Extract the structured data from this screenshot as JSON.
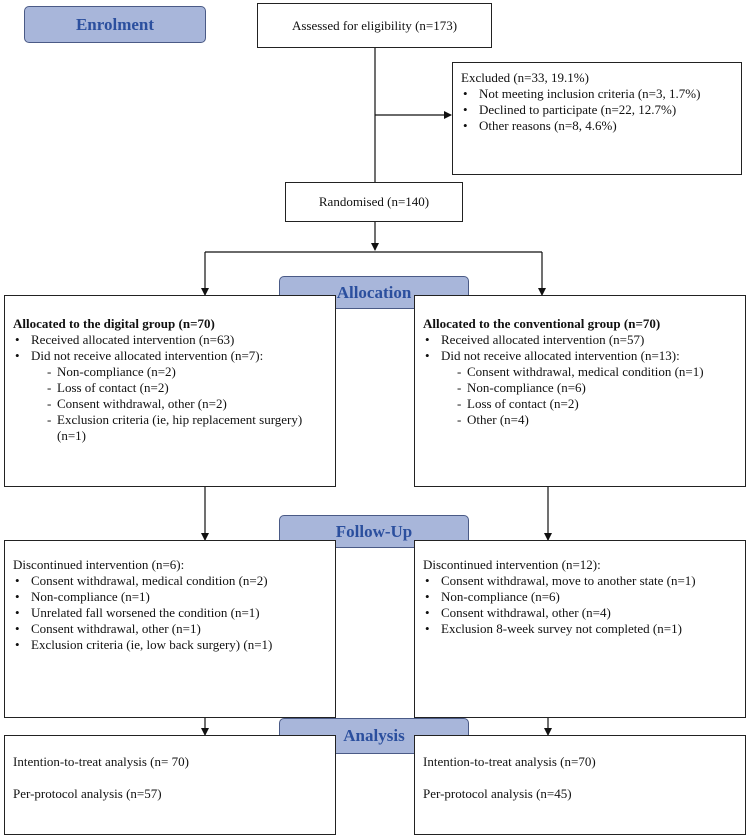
{
  "stages": {
    "enrolment": "Enrolment",
    "allocation": "Allocation",
    "follow_up": "Follow-Up",
    "analysis": "Analysis"
  },
  "assessed": "Assessed for eligibility (n=173)",
  "excluded": {
    "title": "Excluded  (n=33, 19.1%)",
    "items": [
      "Not meeting inclusion criteria (n=3, 1.7%)",
      "Declined to participate (n=22, 12.7%)",
      "Other reasons (n=8, 4.6%)"
    ]
  },
  "randomised": "Randomised (n=140)",
  "allocation": {
    "digital": {
      "title": "Allocated to the digital group (n=70)",
      "received": "Received allocated intervention (n=63)",
      "not_received": "Did not receive allocated intervention (n=7):",
      "reasons": [
        "Non-compliance (n=2)",
        "Loss of contact (n=2)",
        "Consent withdrawal, other (n=2)",
        "Exclusion criteria (ie, hip replacement surgery) (n=1)"
      ]
    },
    "conventional": {
      "title": "Allocated to the conventional group (n=70)",
      "received": "Received allocated intervention (n=57)",
      "not_received": "Did not receive allocated intervention (n=13):",
      "reasons": [
        "Consent withdrawal, medical condition (n=1)",
        "Non-compliance (n=6)",
        "Loss of contact (n=2)",
        "Other (n=4)"
      ]
    }
  },
  "follow_up": {
    "digital": {
      "title": "Discontinued intervention (n=6):",
      "items": [
        "Consent withdrawal, medical condition (n=2)",
        "Non-compliance (n=1)",
        "Unrelated fall worsened the condition (n=1)",
        "Consent withdrawal, other (n=1)",
        "Exclusion criteria (ie, low back surgery) (n=1)"
      ]
    },
    "conventional": {
      "title": "Discontinued intervention (n=12):",
      "items": [
        "Consent withdrawal, move to another state (n=1)",
        "Non-compliance (n=6)",
        "Consent withdrawal, other (n=4)",
        "Exclusion 8-week survey not completed (n=1)"
      ]
    }
  },
  "analysis": {
    "digital": {
      "itt": "Intention-to-treat analysis (n= 70)",
      "pp": "Per-protocol analysis (n=57)"
    },
    "conventional": {
      "itt": "Intention-to-treat analysis (n=70)",
      "pp": "Per-protocol analysis (n=45)"
    }
  }
}
